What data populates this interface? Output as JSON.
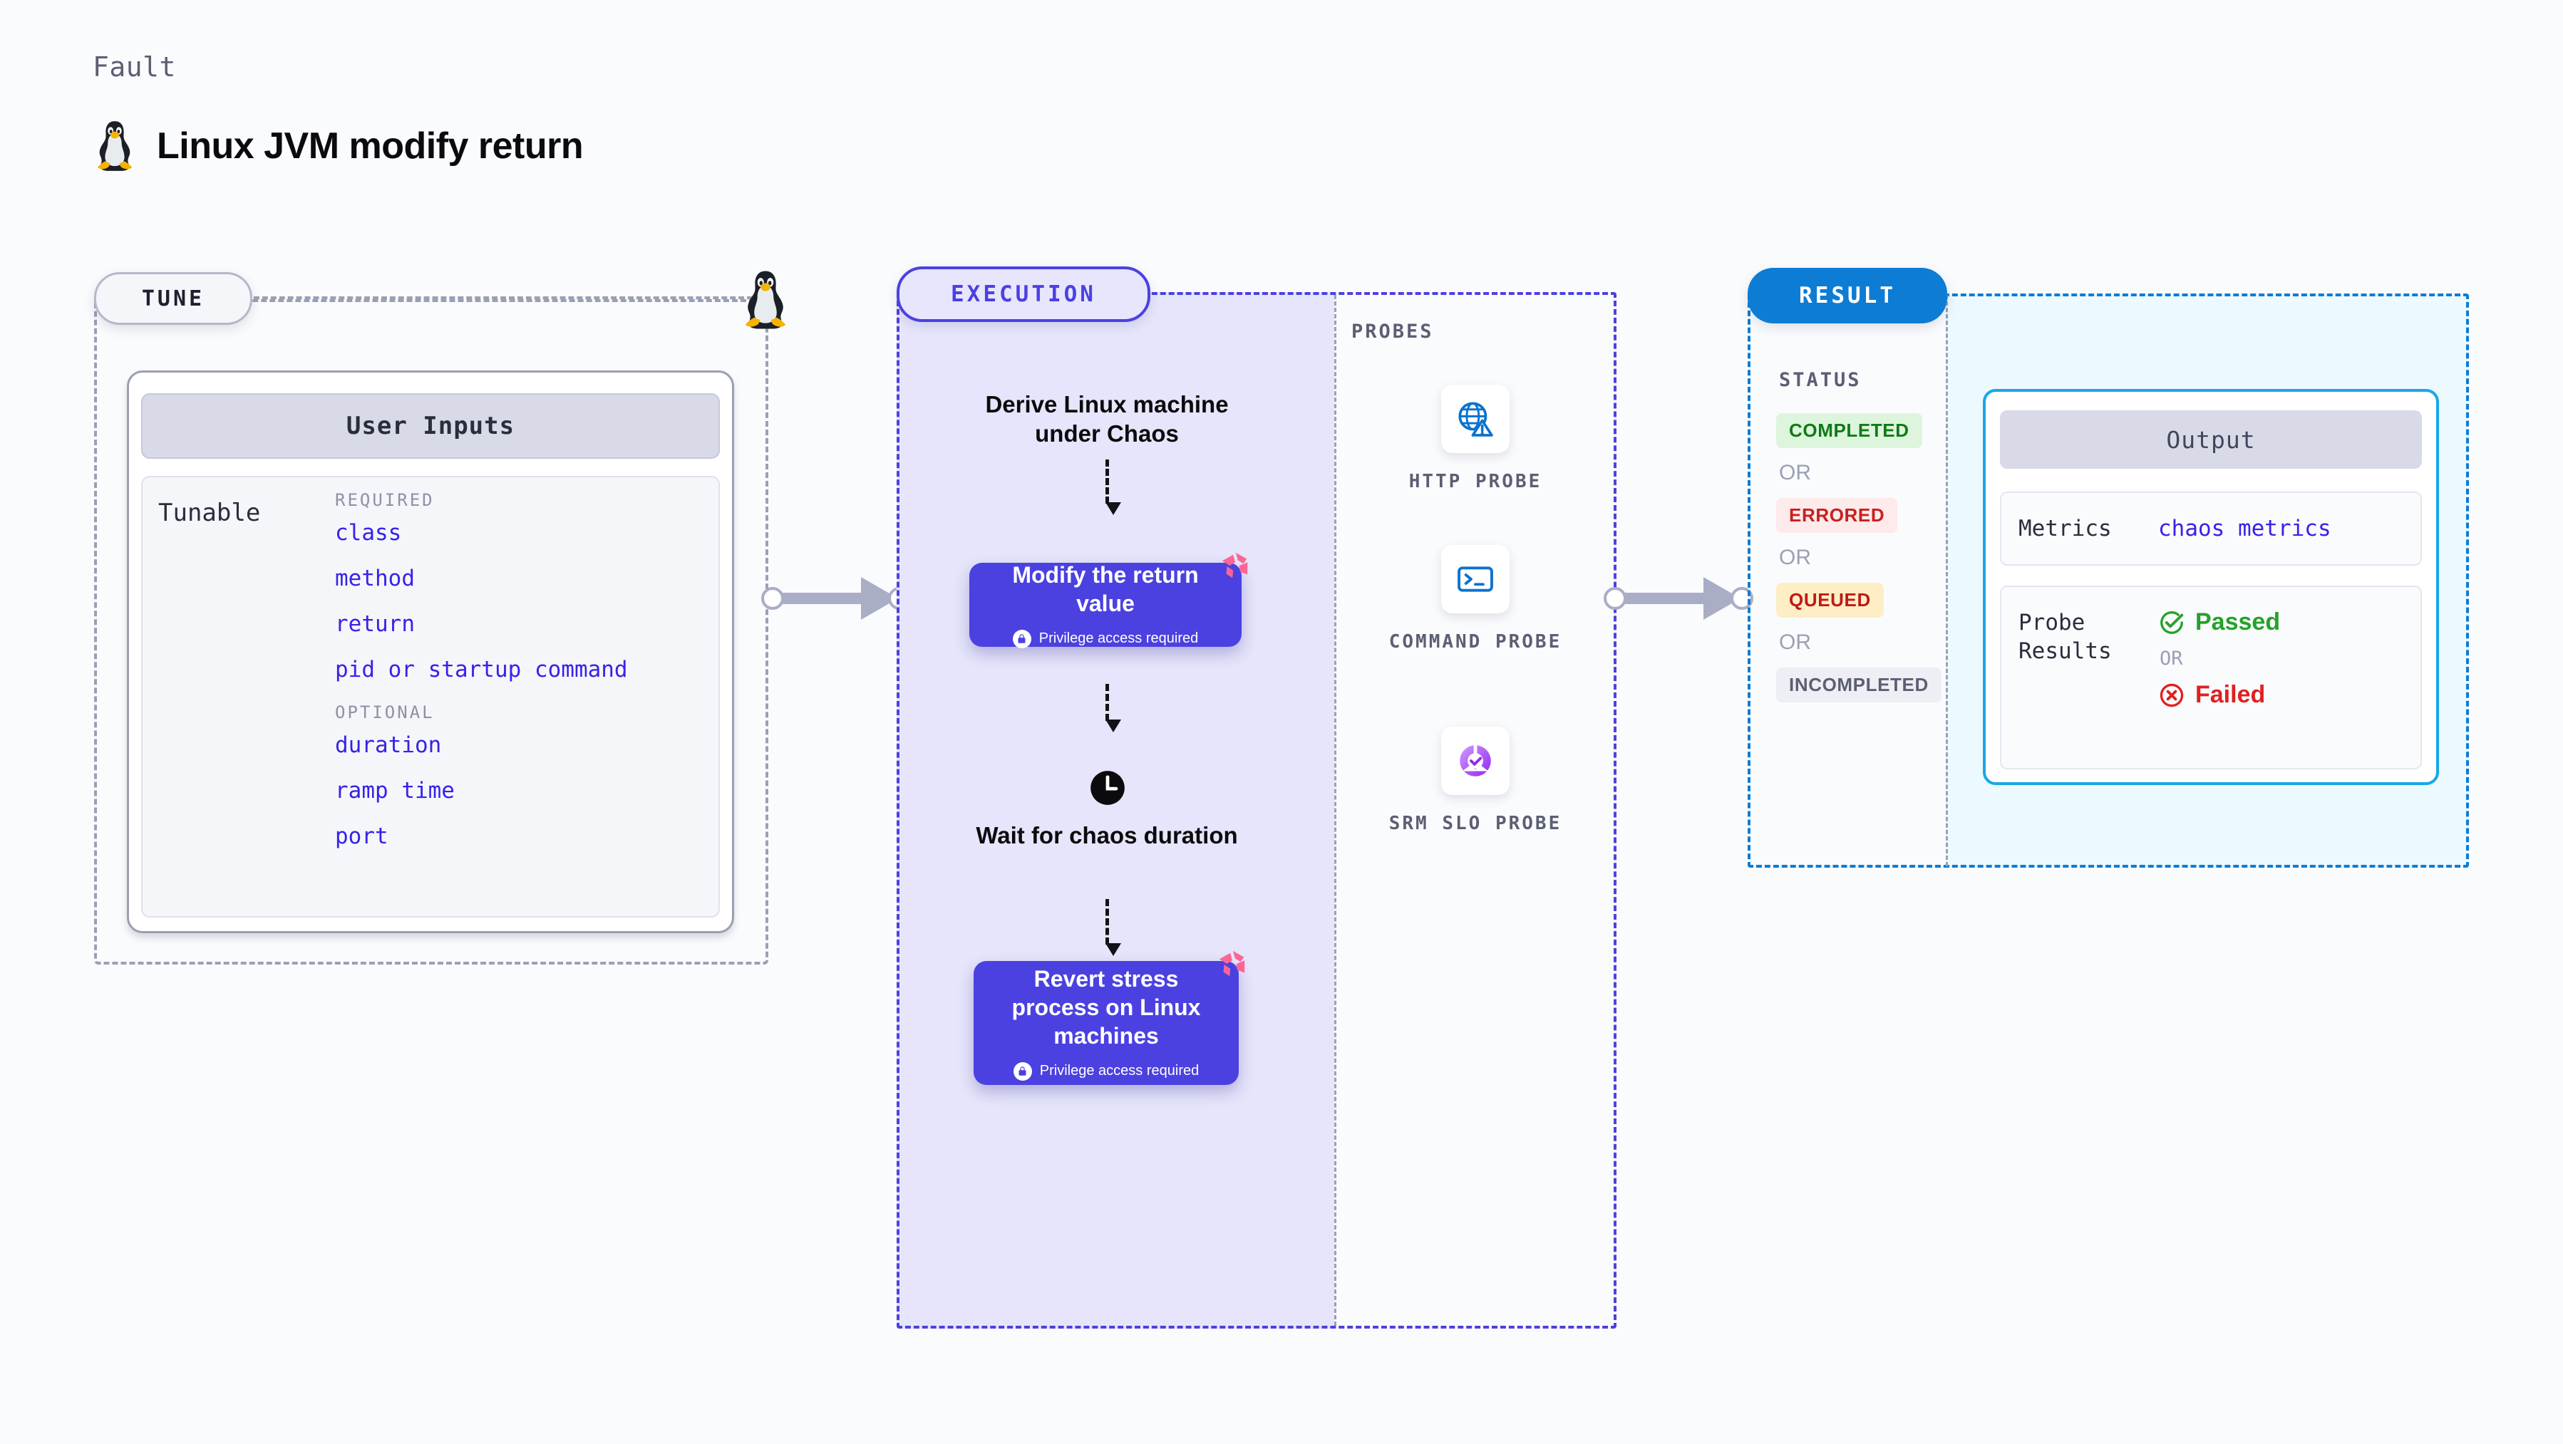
{
  "header": {
    "kicker": "Fault",
    "title": "Linux JVM modify return",
    "icon": "tux-penguin-icon"
  },
  "tune": {
    "chip_label": "TUNE",
    "card_title": "User Inputs",
    "tunable_label": "Tunable",
    "groups": [
      {
        "heading": "REQUIRED",
        "items": [
          "class",
          "method",
          "return",
          "pid or startup command"
        ]
      },
      {
        "heading": "OPTIONAL",
        "items": [
          "duration",
          "ramp time",
          "port"
        ]
      }
    ]
  },
  "execution": {
    "chip_label": "EXECUTION",
    "steps": [
      {
        "type": "text",
        "label": "Derive Linux machine under Chaos"
      },
      {
        "type": "card",
        "label": "Modify the return value",
        "note": "Privilege access required",
        "badge": "litmus-logo-icon"
      },
      {
        "type": "wait",
        "label": "Wait for chaos duration",
        "icon": "clock-icon"
      },
      {
        "type": "card",
        "label": "Revert stress process on Linux machines",
        "note": "Privilege access required",
        "badge": "litmus-logo-icon"
      }
    ]
  },
  "probes": {
    "label": "PROBES",
    "items": [
      {
        "name": "HTTP PROBE",
        "icon": "globe-alert-icon"
      },
      {
        "name": "COMMAND PROBE",
        "icon": "terminal-icon"
      },
      {
        "name": "SRM SLO PROBE",
        "icon": "slo-check-icon"
      }
    ]
  },
  "result": {
    "chip_label": "RESULT",
    "status_label": "STATUS",
    "or_label": "OR",
    "statuses": [
      {
        "text": "COMPLETED",
        "bg": "#ddf5dc",
        "fg": "#117a17"
      },
      {
        "text": "ERRORED",
        "bg": "#fdeaea",
        "fg": "#c81f1f"
      },
      {
        "text": "QUEUED",
        "bg": "#fdeec5",
        "fg": "#c01818"
      },
      {
        "text": "INCOMPLETED",
        "bg": "#eeeff5",
        "fg": "#5b5f73"
      }
    ],
    "output": {
      "title": "Output",
      "metrics_key": "Metrics",
      "metrics_value": "chaos metrics",
      "probe_results_key": "Probe Results",
      "passed_label": "Passed",
      "failed_label": "Failed",
      "or_label": "OR"
    }
  },
  "colors": {
    "execution_accent": "#4b41e0",
    "result_accent": "#0d7cd4",
    "output_border": "#19a7e8",
    "tunable_text": "#3722e8",
    "litmus_pink": "#fb6694",
    "connector": "#aaadc6"
  }
}
